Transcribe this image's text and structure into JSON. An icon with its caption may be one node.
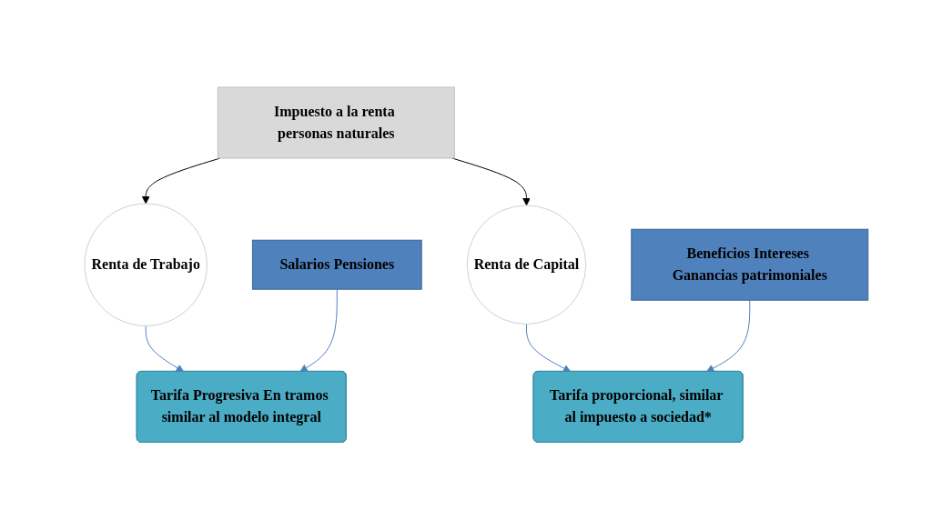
{
  "diagram": {
    "nodes": [
      {
        "text": [
          "Impuesto a la renta personas naturales"
        ]
      },
      {
        "text": [
          "Renta de Trabajo"
        ]
      },
      {
        "text": [
          "Renta de Capital"
        ]
      },
      {
        "text": [
          "Tarifa Progresiva En tramos similar al modelo integral"
        ]
      },
      {
        "text": [
          "Tarifa proporcional, similar al impuesto a sociedad*"
        ]
      },
      {
        "text": [
          "Salarios Pensiones"
        ]
      },
      {
        "text": [
          "Beneficios Intereses Ganancias patrimoniales"
        ]
      }
    ],
    "edges": [
      {
        "from": 0,
        "to": 1,
        "arrow": "to",
        "color": "#000000"
      },
      {
        "from": 0,
        "to": 2,
        "arrow": "to",
        "color": "#000000"
      },
      {
        "from": 1,
        "to": 3,
        "arrow": "to",
        "color": "#4f81bd"
      },
      {
        "from": 2,
        "to": 4,
        "arrow": "to",
        "color": "#4f81bd"
      },
      {
        "from": 5,
        "to": 3,
        "arrow": "to",
        "color": "#4f81bd"
      },
      {
        "from": 6,
        "to": 4,
        "arrow": "to",
        "color": "#4f81bd"
      }
    ]
  }
}
